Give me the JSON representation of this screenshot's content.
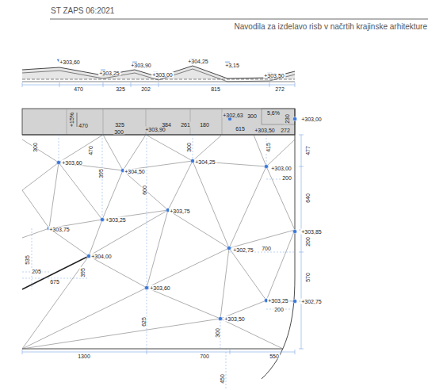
{
  "diagram": {
    "labels": [
      "ST ZAPS 06:2021",
      "Navodila za izdelavo risb v načrtih krajinske arhitekture",
      "+303,60",
      "+303,90",
      "+304,25",
      "+3,15",
      "+303,25",
      "+303,00",
      "+303,50",
      "470",
      "325",
      "202",
      "815",
      "272",
      "+15%",
      "470",
      "325",
      "300",
      "+303,90",
      "384",
      "261",
      "180",
      "+302,63",
      "300",
      "5,6%",
      "230",
      "615",
      "+303,50",
      "272",
      "+303,00",
      "300",
      "+303,60",
      "470",
      "395",
      "+304,50",
      "600",
      "300",
      "+304,25",
      "415",
      "+303,00",
      "200",
      "477",
      "640",
      "+303,25",
      "+303,75",
      "+303,75",
      "+303,85",
      "+302,75",
      "700",
      "200",
      "535",
      "+304,00",
      "395",
      "205",
      "675",
      "570",
      "+303,60",
      "+303,25",
      "+302,75",
      "200",
      "+303,50",
      "625",
      "300",
      "1300",
      "700",
      "550",
      "450"
    ]
  }
}
